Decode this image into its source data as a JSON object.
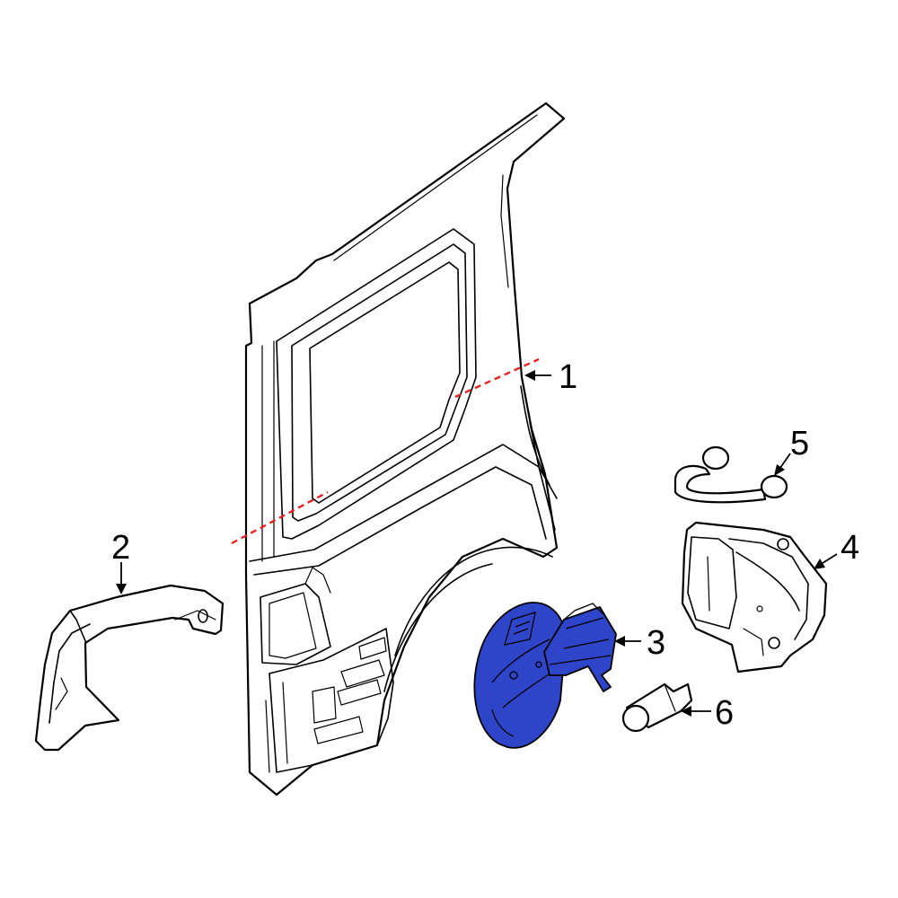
{
  "colors": {
    "highlight": "#2e45c9",
    "highlight_dark": "#1d2f8f",
    "cut_line": "#e8231f",
    "line": "#000000",
    "background": "#ffffff"
  },
  "callouts": [
    {
      "id": "1",
      "label": "1",
      "part": "quarter-panel"
    },
    {
      "id": "2",
      "label": "2",
      "part": "wheel-liner-trim"
    },
    {
      "id": "3",
      "label": "3",
      "part": "fuel-door"
    },
    {
      "id": "4",
      "label": "4",
      "part": "fuel-pocket-housing"
    },
    {
      "id": "5",
      "label": "5",
      "part": "tether-strap"
    },
    {
      "id": "6",
      "label": "6",
      "part": "push-button-bumper"
    }
  ],
  "highlighted_part": "3"
}
